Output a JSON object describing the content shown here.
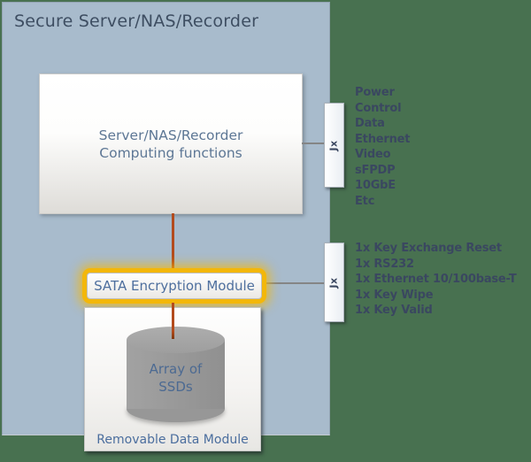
{
  "diagram": {
    "title": "Secure Server/NAS/Recorder",
    "computing_box": {
      "line1": "Server/NAS/Recorder",
      "line2": "Computing functions"
    },
    "sata_module": {
      "label": "SATA Encryption Module"
    },
    "ssd_array": {
      "line1": "Array of",
      "line2": "SSDs"
    },
    "removable_module": {
      "label": "Removable Data Module"
    },
    "connectors": {
      "top": {
        "label": "Jx"
      },
      "bottom": {
        "label": "Jx"
      }
    },
    "interfaces_top": [
      "Power",
      "Control",
      "Data",
      "Ethernet",
      "Video",
      "sFPDP",
      "10GbE",
      "Etc"
    ],
    "interfaces_bottom": [
      "1x Key Exchange Reset",
      "1x RS232",
      "1x Ethernet 10/100base-T",
      "1x Key Wipe",
      "1x Key Valid"
    ],
    "colors": {
      "background": "#487150",
      "panel": "#a8bbcc",
      "highlight_glow": "#f3b70a",
      "data_line": "#b34b1d",
      "connector_line": "#858585",
      "text_dark": "#3a4760",
      "text_blue": "#4e6f9e"
    }
  }
}
